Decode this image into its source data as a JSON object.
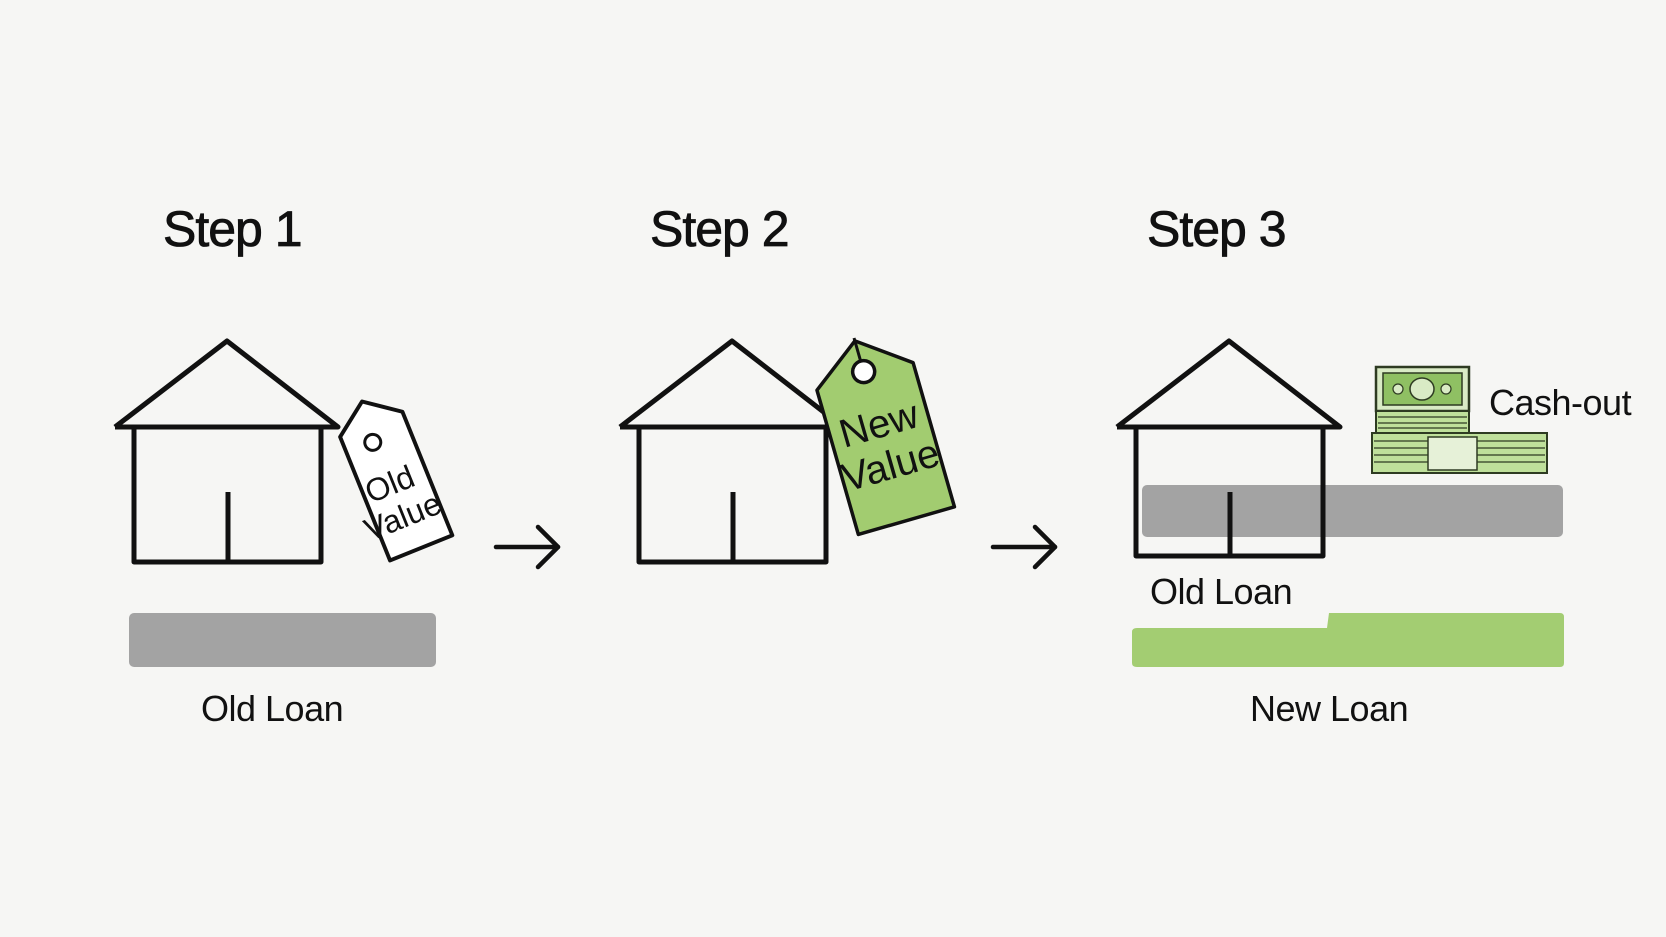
{
  "steps": [
    {
      "title": "Step 1",
      "tag": [
        "Old",
        "Value"
      ],
      "bar_label": "Old Loan"
    },
    {
      "title": "Step 2",
      "tag": [
        "New",
        "Value"
      ]
    },
    {
      "title": "Step 3",
      "old_label": "Old Loan",
      "new_label": "New Loan",
      "cash_label": "Cash-out"
    }
  ],
  "colors": {
    "background": "#f6f6f4",
    "old_loan_bar": "#a3a3a3",
    "new_loan_bar": "#a3cd72",
    "new_value_tag": "#a2cc70",
    "line": "#111111"
  },
  "icons": [
    "house-icon",
    "price-tag-icon",
    "arrow-right-icon",
    "cash-stack-icon"
  ]
}
